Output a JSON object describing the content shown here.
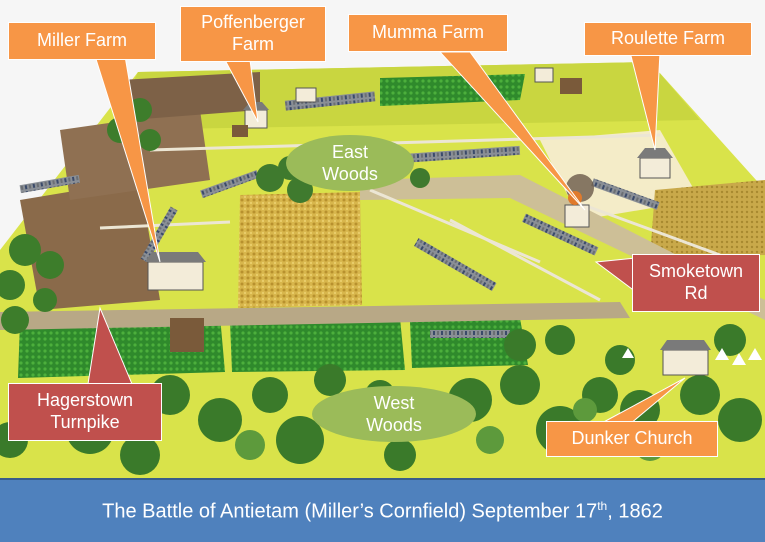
{
  "labels": {
    "miller_farm": "Miller Farm",
    "poffenberger_farm_line1": "Poffenberger",
    "poffenberger_farm_line2": "Farm",
    "mumma_farm": "Mumma Farm",
    "roulette_farm": "Roulette Farm",
    "east_woods_line1": "East",
    "east_woods_line2": "Woods",
    "smoketown_rd_line1": "Smoketown",
    "smoketown_rd_line2": "Rd",
    "hagerstown_turnpike_line1": "Hagerstown",
    "hagerstown_turnpike_line2": "Turnpike",
    "west_woods_line1": "West",
    "west_woods_line2": "Woods",
    "dunker_church": "Dunker Church"
  },
  "caption": {
    "text_before": "The Battle of Antietam (Miller’s Cornfield) September 17",
    "superscript": "th",
    "text_after": ", 1862"
  },
  "colors": {
    "callout_orange": "#f79646",
    "callout_red": "#c0504d",
    "woods_ellipse": "#9bbb59",
    "caption_blue": "#4f81bd"
  }
}
